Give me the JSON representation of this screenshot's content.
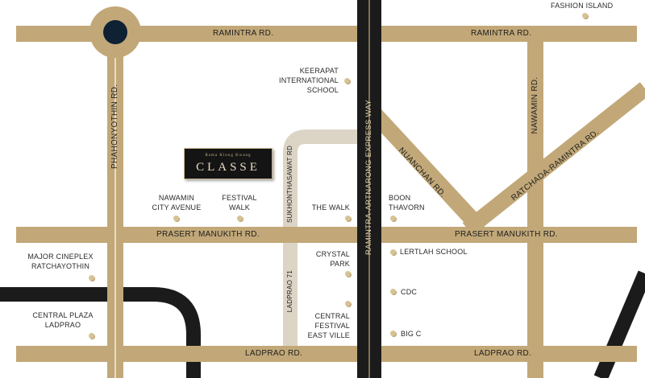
{
  "project": {
    "name": "CLASSE",
    "tagline": "Rama Klong Kwang"
  },
  "colors": {
    "road": "#c2a878",
    "road_edge": "#b09566",
    "expressway": "#1b1b1b",
    "expressway_line": "#c2a878",
    "minor_road": "#dcd5c6",
    "landmark_dot": "#d6c394",
    "roundabout_center": "#0e2233",
    "background": "#ffffff"
  },
  "roads": {
    "ramintra_left": "RAMINTRA RD.",
    "ramintra_right": "RAMINTRA RD.",
    "phahonyothin": "PHAHONYOTHIN RD.",
    "expressway": "RAMINTRA-ARTNARONG EXPRESS WAY",
    "nawamin": "NAWAMIN RD.",
    "nuanchan": "NUANCHAN RD.",
    "ratchada_ramintra": "RATCHADA-RAMINTRA RD.",
    "sukhonthasawat": "SUKHONTHASAWAT RD",
    "prasert_left": "PRASERT MANUKITH RD.",
    "prasert_right": "PRASERT MANUKITH RD.",
    "ladprao71": "LADPRAO 71",
    "ladprao_left": "LADPRAO RD.",
    "ladprao_right": "LADPRAO RD."
  },
  "landmarks": {
    "fashion_island": "FASHION ISLAND",
    "keerapat_1": "KEERAPAT",
    "keerapat_2": "INTERNATIONAL",
    "keerapat_3": "SCHOOL",
    "nawamin_city_1": "NAWAMIN",
    "nawamin_city_2": "CITY AVENUE",
    "festival_walk_1": "FESTIVAL",
    "festival_walk_2": "WALK",
    "the_walk": "THE WALK",
    "boon_thavorn_1": "BOON",
    "boon_thavorn_2": "THAVORN",
    "major_1": "MAJOR CINEPLEX",
    "major_2": "RATCHAYOTHIN",
    "crystal_1": "CRYSTAL",
    "crystal_2": "PARK",
    "lertlah": "LERTLAH SCHOOL",
    "cdc": "CDC",
    "central_festival_1": "CENTRAL",
    "central_festival_2": "FESTIVAL",
    "central_festival_3": "EAST VILLE",
    "central_plaza_1": "CENTRAL PLAZA",
    "central_plaza_2": "LADPRAO",
    "big_c": "BIG C"
  }
}
